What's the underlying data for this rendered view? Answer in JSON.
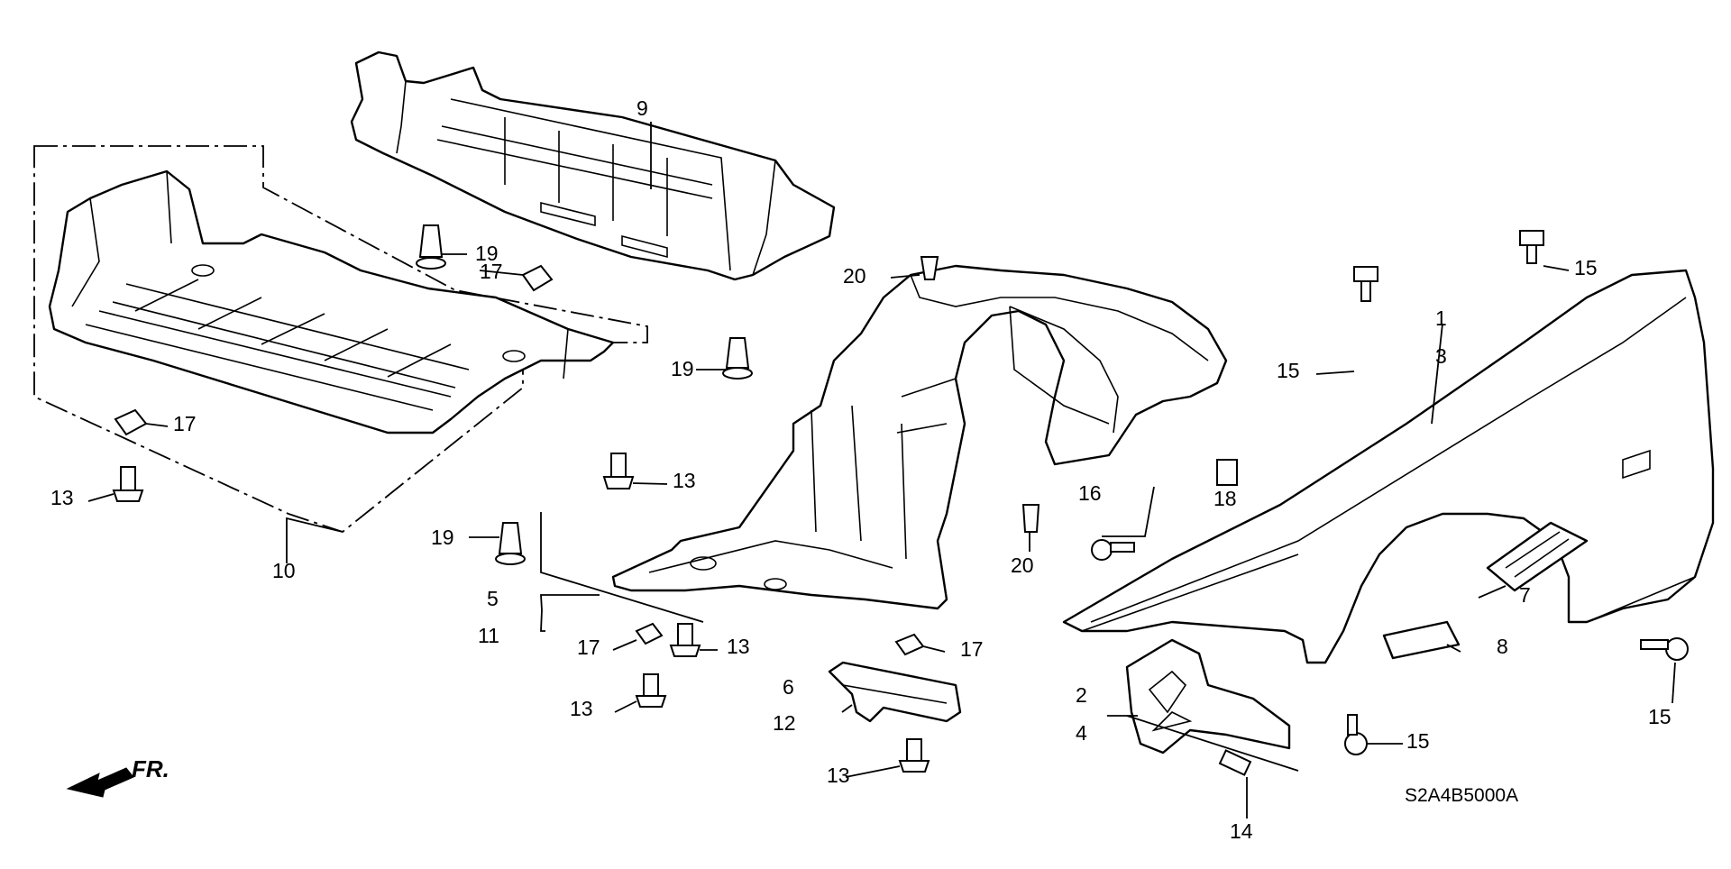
{
  "diagram": {
    "code": "S2A4B5000A",
    "direction_label": "FR.",
    "callouts": {
      "c1": "1",
      "c2": "2",
      "c3": "3",
      "c4": "4",
      "c5": "5",
      "c6": "6",
      "c7": "7",
      "c8": "8",
      "c9": "9",
      "c10": "10",
      "c11": "11",
      "c12": "12",
      "c13a": "13",
      "c13b": "13",
      "c13c": "13",
      "c13d": "13",
      "c13e": "13",
      "c14": "14",
      "c15a": "15",
      "c15b": "15",
      "c15c": "15",
      "c15d": "15",
      "c16": "16",
      "c17a": "17",
      "c17b": "17",
      "c17c": "17",
      "c17d": "17",
      "c18": "18",
      "c19a": "19",
      "c19b": "19",
      "c19c": "19",
      "c20a": "20",
      "c20b": "20"
    }
  }
}
